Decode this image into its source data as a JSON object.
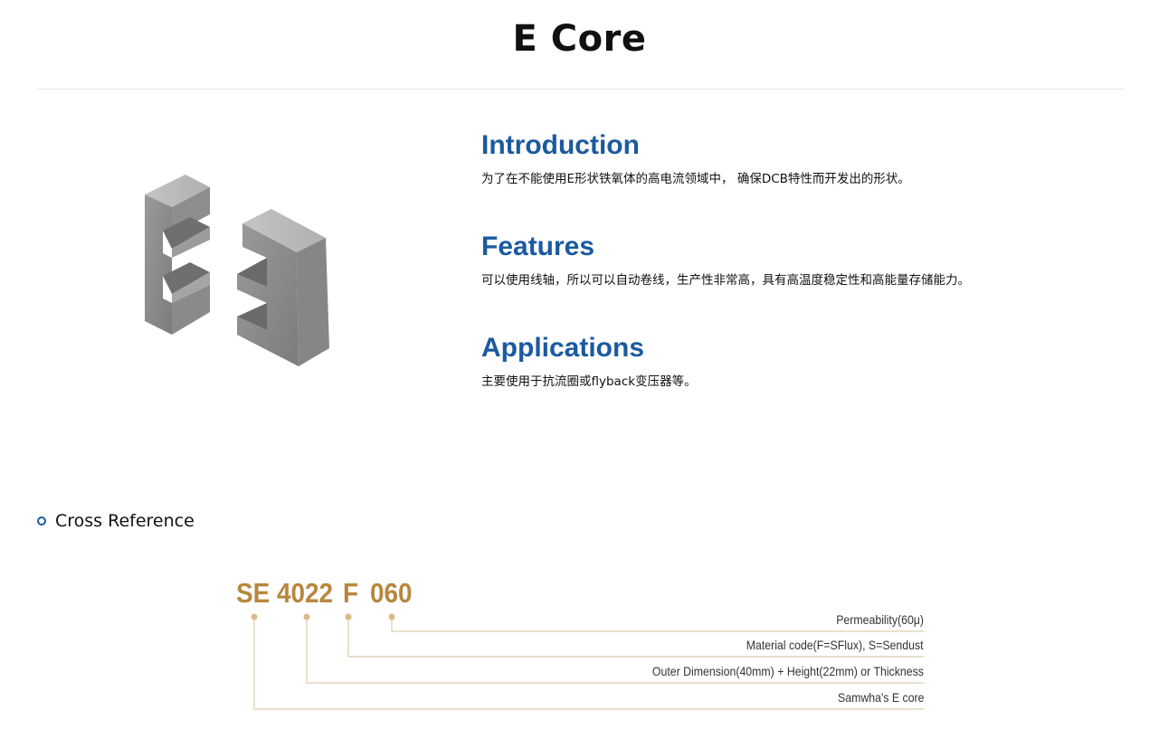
{
  "page": {
    "title": "E Core"
  },
  "intro": {
    "heading": "Introduction",
    "text": "为了在不能使用E形状铁氧体的高电流领域中， 确保DCB特性而开发出的形状。"
  },
  "features": {
    "heading": "Features",
    "text": "可以使用线轴，所以可以自动卷线，生产性非常高，具有高温度稳定性和高能量存储能力。"
  },
  "applications": {
    "heading": "Applications",
    "text": "主要使用于抗流圈或flyback变压器等。"
  },
  "cross_reference": {
    "title": "Cross Reference",
    "code_parts": [
      "SE",
      "4022",
      "F",
      "060"
    ],
    "legend": [
      "Permeability(60μ)",
      "Material code(F=SFlux),  S=Sendust",
      "Outer Dimension(40mm) + Height(22mm) or Thickness",
      "Samwha's E core"
    ]
  },
  "colors": {
    "heading_blue": "#1b5aa0",
    "code_gold": "#b8873e",
    "line_gold": "#e2d6b8"
  }
}
